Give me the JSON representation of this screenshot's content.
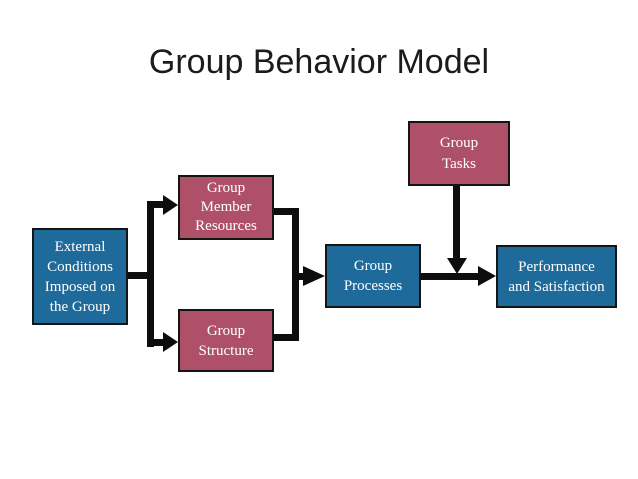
{
  "title": "Group Behavior Model",
  "colors": {
    "box_blue": "#1E6A9B",
    "box_red": "#AE5168",
    "border": "#141414",
    "line": "#0d0d0d",
    "box_text": "#ffffff",
    "title_text": "#1b1b1b",
    "background": "#ffffff"
  },
  "boxes": {
    "external_conditions": {
      "label": "External\nConditions\nImposed on\nthe Group",
      "fill": "blue"
    },
    "group_member_resources": {
      "label": "Group\nMember\nResources",
      "fill": "red"
    },
    "group_structure": {
      "label": "Group\nStructure",
      "fill": "red"
    },
    "group_tasks": {
      "label": "Group\nTasks",
      "fill": "red"
    },
    "group_processes": {
      "label": "Group\nProcesses",
      "fill": "blue"
    },
    "performance_and_satisfaction": {
      "label": "Performance\nand Satisfaction",
      "fill": "blue"
    }
  },
  "edges": [
    {
      "from": "external_conditions",
      "to": "group_member_resources"
    },
    {
      "from": "external_conditions",
      "to": "group_structure"
    },
    {
      "from": "group_member_resources",
      "to": "group_processes"
    },
    {
      "from": "group_structure",
      "to": "group_processes"
    },
    {
      "from": "group_processes",
      "to": "performance_and_satisfaction"
    },
    {
      "from": "group_tasks",
      "to": "group_processes_to_performance_arrow"
    }
  ]
}
